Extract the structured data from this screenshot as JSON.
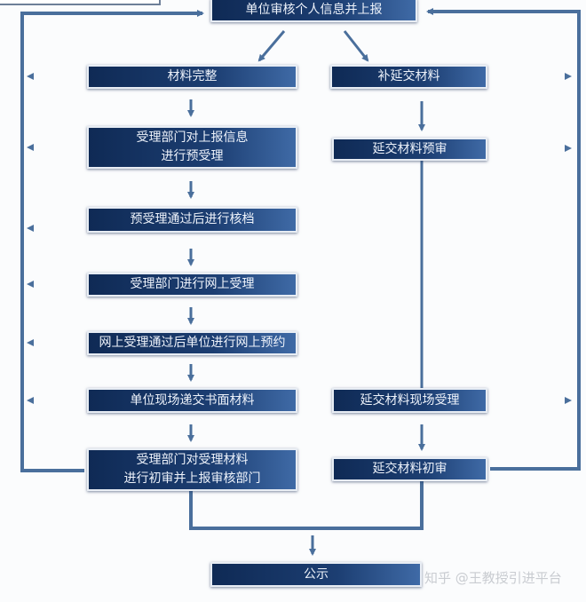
{
  "title_box": "单位审核个人信息并上报",
  "left_steps": [
    "材料完整",
    "受理部门对上报信息\n进行预受理",
    "预受理通过后进行核档",
    "受理部门进行网上受理",
    "网上受理通过后单位进行网上预约",
    "单位现场递交书面材料",
    "受理部门对受理材料\n进行初审并上报审核部门"
  ],
  "right_steps": [
    "补延交材料",
    "延交材料预审",
    "延交材料现场受理",
    "延交材料初审"
  ],
  "final_box": "公示",
  "watermark": "知乎 @王教授引进平台",
  "colors": {
    "box": "#14305e",
    "line": "#4a6f9c"
  }
}
